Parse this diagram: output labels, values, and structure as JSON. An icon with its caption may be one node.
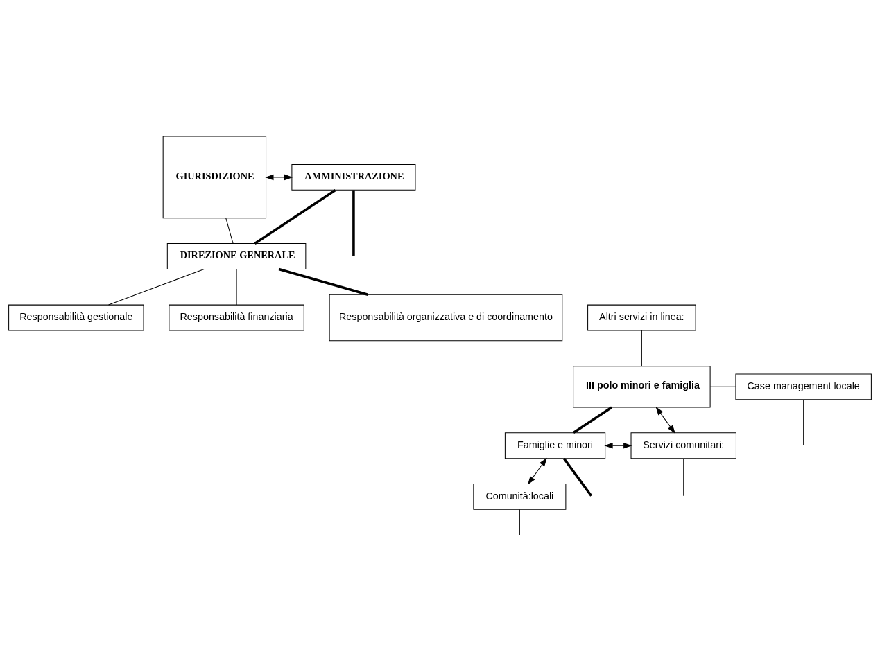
{
  "diagram": {
    "nodes": [
      {
        "text": [
          "GIURISDIZIONE"
        ]
      },
      {
        "text": [
          "AMMINISTRAZIONE"
        ]
      },
      {
        "text": [
          "DIREZIONE GENERALE"
        ]
      },
      {
        "text": [
          "Responsabilità gestionale"
        ]
      },
      {
        "text": [
          "Responsabilità finanziaria"
        ]
      },
      {
        "text": [
          "Responsabilità organizzativa e di coordinamento"
        ]
      },
      {
        "text": [
          "Altri servizi in linea:"
        ]
      },
      {
        "text": [
          "III polo minori e famiglia"
        ]
      },
      {
        "text": [
          "Case management locale"
        ]
      },
      {
        "text": [
          "Servizi comunitari:"
        ]
      },
      {
        "text": [
          "Famiglie e minori"
        ]
      },
      {
        "text": [
          "Comunità:locali"
        ]
      }
    ],
    "edges": [
      {
        "from": 0,
        "to": 1,
        "arrow": "both"
      },
      {
        "from": 1,
        "to": 2,
        "arrow": "none",
        "style": "thick"
      },
      {
        "from": 1,
        "to": null,
        "arrow": "none",
        "style": "thick"
      },
      {
        "from": 0,
        "to": 2,
        "arrow": "none"
      },
      {
        "from": 2,
        "to": 3,
        "arrow": "none"
      },
      {
        "from": 2,
        "to": 4,
        "arrow": "none"
      },
      {
        "from": 2,
        "to": 5,
        "arrow": "none",
        "style": "thick"
      },
      {
        "from": 6,
        "to": 7,
        "arrow": "none"
      },
      {
        "from": 7,
        "to": 8,
        "arrow": "none"
      },
      {
        "from": 8,
        "to": null,
        "arrow": "none"
      },
      {
        "from": 7,
        "to": 9,
        "arrow": "both"
      },
      {
        "from": 7,
        "to": 10,
        "arrow": "none",
        "style": "thick"
      },
      {
        "from": 10,
        "to": 9,
        "arrow": "both"
      },
      {
        "from": 9,
        "to": null,
        "arrow": "none"
      },
      {
        "from": 10,
        "to": 11,
        "arrow": "both"
      },
      {
        "from": 11,
        "to": null,
        "arrow": "none"
      },
      {
        "from": 10,
        "to": null,
        "arrow": "none",
        "style": "thick"
      }
    ]
  }
}
